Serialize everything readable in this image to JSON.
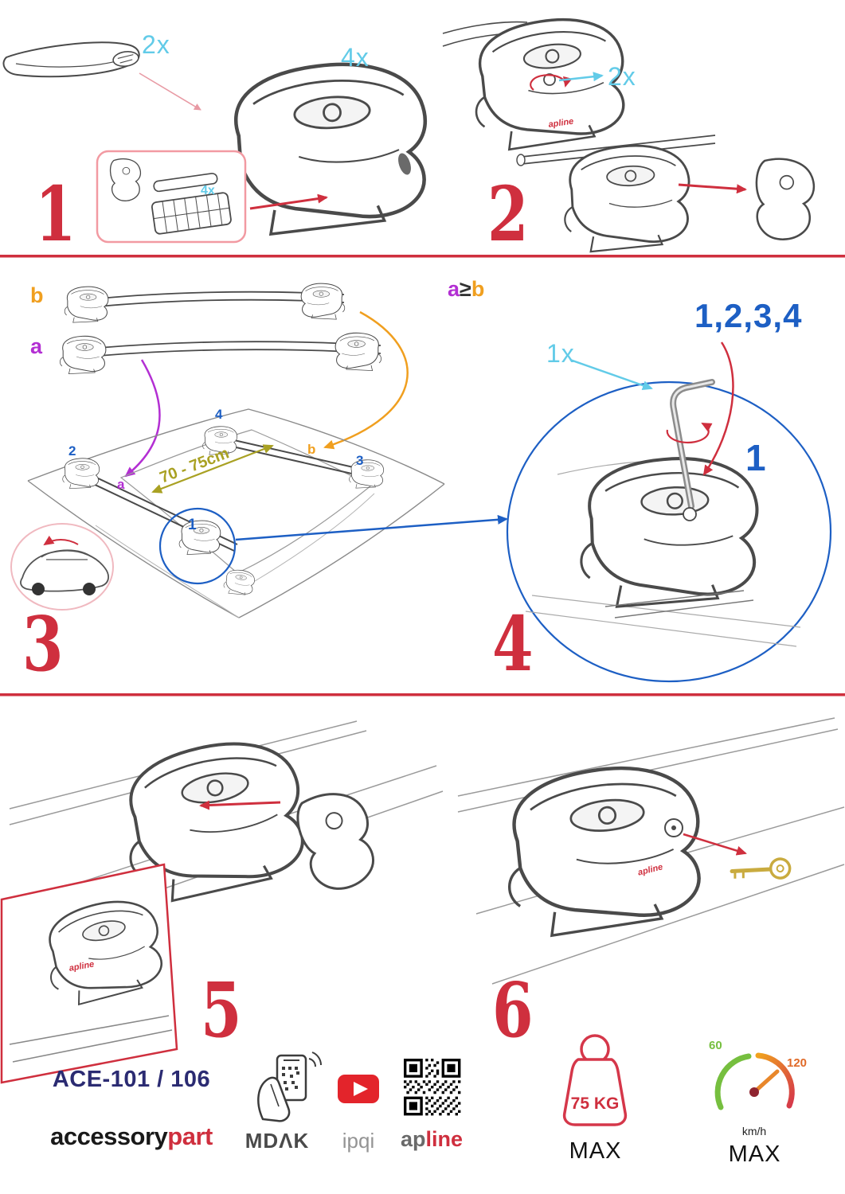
{
  "steps": {
    "s1": {
      "num": "1",
      "bar_qty": "2x",
      "foot_qty": "4x",
      "pad_qty": "4x"
    },
    "s2": {
      "num": "2",
      "clamp_qty": "2x"
    },
    "s3": {
      "num": "3",
      "bar_b": "b",
      "bar_a": "a",
      "span": "70 - 75cm",
      "pos_1": "1",
      "pos_2": "2",
      "pos_3": "3",
      "pos_4": "4",
      "pos_a": "a",
      "pos_b": "b"
    },
    "s4": {
      "num": "4",
      "rule_a": "a",
      "rule_op": "≥",
      "rule_b": "b",
      "sequence": "1,2,3,4",
      "tool_qty": "1x",
      "first_pos": "1"
    },
    "s5": {
      "num": "5"
    },
    "s6": {
      "num": "6"
    }
  },
  "product_logo": "apline",
  "footer": {
    "model": "ACE-101 / 106",
    "brand_black": "accessory",
    "brand_red": "part",
    "mdak": "MDΛK",
    "ipqi": "ipqi",
    "apline_gray": "ap",
    "apline_red": "line",
    "weight_limit": "75 KG",
    "weight_max": "MAX",
    "speed_low": "60",
    "speed_high": "120",
    "speed_unit": "km/h",
    "speed_max": "MAX"
  },
  "colors": {
    "red": "#cf2f3e",
    "cyan": "#62cbe8",
    "orange": "#f09f1f",
    "purple": "#b32fd3",
    "blue": "#1d5fc4",
    "olive": "#a9a123",
    "navy": "#2b2b72"
  }
}
